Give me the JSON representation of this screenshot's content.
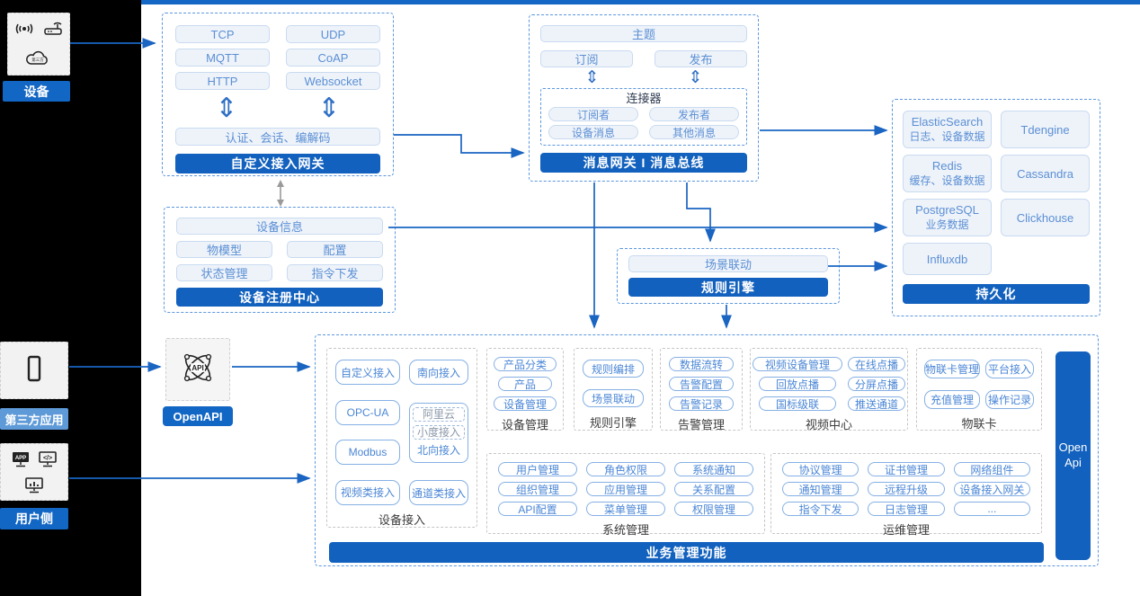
{
  "colors": {
    "accent": "#1261be",
    "top_bar": "#1467c5",
    "light_label": "#5e9ad8",
    "line": "#1a64c2"
  },
  "left_rail": {
    "device": {
      "label": "设备",
      "cloud_text": "第三方"
    },
    "third_party": {
      "label": "第三方应用"
    },
    "user_side": {
      "label": "用户侧"
    }
  },
  "custom_gateway": {
    "protocols": [
      "TCP",
      "UDP",
      "MQTT",
      "CoAP",
      "HTTP",
      "Websocket"
    ],
    "auth": "认证、会话、编解码",
    "banner": "自定义接入网关"
  },
  "message_gateway": {
    "topic": "主题",
    "subscribe": "订阅",
    "publish": "发布",
    "connector": {
      "title": "连接器",
      "items": [
        "订阅者",
        "发布者",
        "设备消息",
        "其他消息"
      ]
    },
    "banner": "消息网关 I 消息总线"
  },
  "persistence": {
    "cells": [
      {
        "name": "ElasticSearch",
        "sub": "日志、设备数据"
      },
      {
        "name": "Tdengine",
        "sub": ""
      },
      {
        "name": "Redis",
        "sub": "缓存、设备数据"
      },
      {
        "name": "Cassandra",
        "sub": ""
      },
      {
        "name": "PostgreSQL",
        "sub": "业务数据"
      },
      {
        "name": "Clickhouse",
        "sub": ""
      },
      {
        "name": "Influxdb",
        "sub": ""
      }
    ],
    "banner": "持久化"
  },
  "registry": {
    "device_info": "设备信息",
    "cells": [
      "物模型",
      "配置",
      "状态管理",
      "指令下发"
    ],
    "banner": "设备注册中心"
  },
  "rule_engine": {
    "scene": "场景联动",
    "banner": "规则引擎"
  },
  "openapi": {
    "label": "OpenAPI",
    "icon_text": "API"
  },
  "business": {
    "banner": "业务管理功能",
    "open_api_bar": "Open Api",
    "device_access": {
      "title": "设备接入",
      "left": [
        "自定义接入",
        "OPC-UA",
        "Modbus",
        "视频类接入"
      ],
      "right_top": "南向接入",
      "group": [
        "阿里云",
        "小度接入",
        "北向接入"
      ],
      "right_bottom": "通道类接入"
    },
    "device_mgmt": {
      "title": "设备管理",
      "items": [
        "产品分类",
        "产品",
        "设备管理"
      ]
    },
    "rule_engine": {
      "title": "规则引擎",
      "items": [
        "规则编排",
        "场景联动"
      ]
    },
    "alarm": {
      "title": "告警管理",
      "items": [
        "数据流转",
        "告警配置",
        "告警记录"
      ]
    },
    "video": {
      "title": "视频中心",
      "items": [
        "视频设备管理",
        "在线点播",
        "回放点播",
        "分屏点播",
        "国标级联",
        "推送通道"
      ]
    },
    "iot_card": {
      "title": "物联卡",
      "items": [
        "物联卡管理",
        "平台接入",
        "充值管理",
        "操作记录"
      ]
    },
    "system": {
      "title": "系统管理",
      "items": [
        "用户管理",
        "角色权限",
        "系统通知",
        "组织管理",
        "应用管理",
        "关系配置",
        "API配置",
        "菜单管理",
        "权限管理"
      ]
    },
    "ops": {
      "title": "运维管理",
      "items": [
        "协议管理",
        "证书管理",
        "网络组件",
        "通知管理",
        "远程升级",
        "设备接入网关",
        "指令下发",
        "日志管理",
        "..."
      ]
    }
  }
}
